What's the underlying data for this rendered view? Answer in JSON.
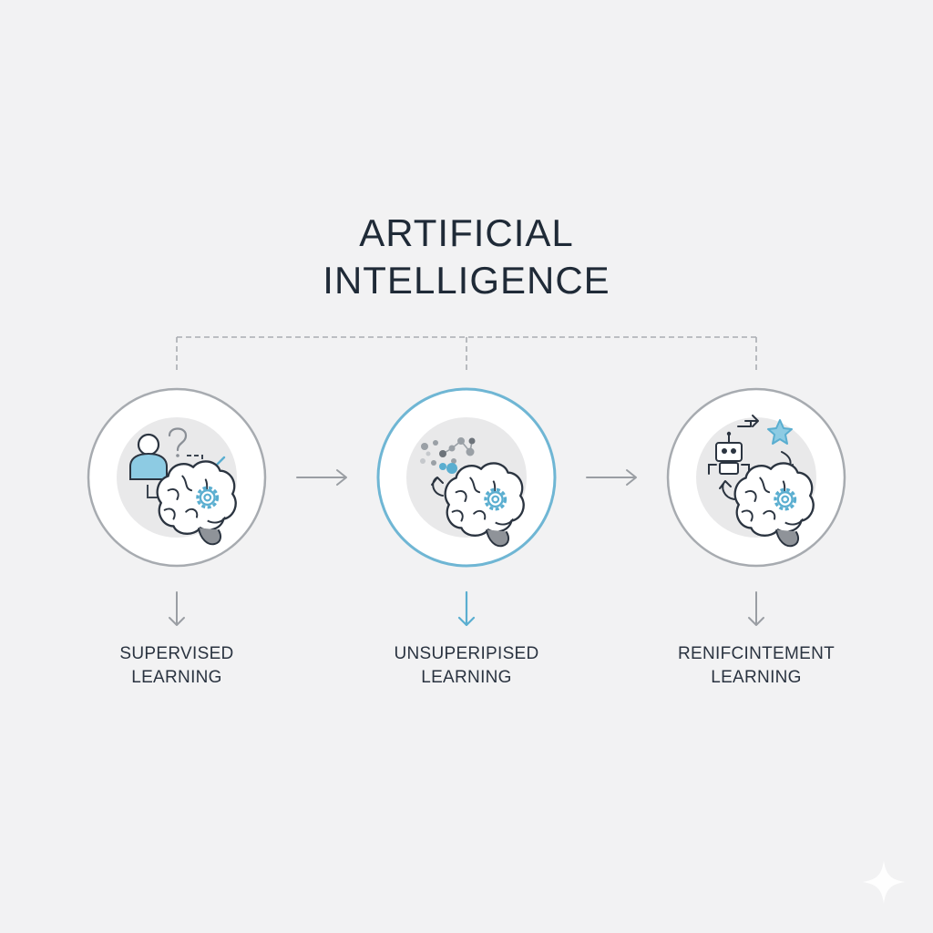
{
  "title": {
    "line1": "ARTIFICIAL",
    "line2": "INTELLIGENCE"
  },
  "nodes": [
    {
      "line1": "SUPERVISED",
      "line2": "LEARNING",
      "ring_color": "#a7abb0",
      "arrow_color": "#9a9ea3",
      "icons": [
        "person-icon",
        "question-mark-icon",
        "checkmark-icon",
        "brain-gear-icon"
      ]
    },
    {
      "line1": "UNSUPERIPISED",
      "line2": "LEARNING",
      "ring_color": "#6fb6d4",
      "arrow_color": "#5aaed0",
      "icons": [
        "data-cluster-icon",
        "cycle-arrow-icon",
        "brain-gear-icon"
      ]
    },
    {
      "line1": "RENIFCINTEMENT",
      "line2": "LEARNING",
      "ring_color": "#a7abb0",
      "arrow_color": "#9a9ea3",
      "icons": [
        "robot-icon",
        "star-icon",
        "cycle-arrow-icon",
        "brain-gear-icon"
      ]
    }
  ],
  "colors": {
    "background": "#f2f2f3",
    "accent_blue": "#5aaed0",
    "dark_text": "#1f2a37",
    "connector": "#a9adb2"
  }
}
